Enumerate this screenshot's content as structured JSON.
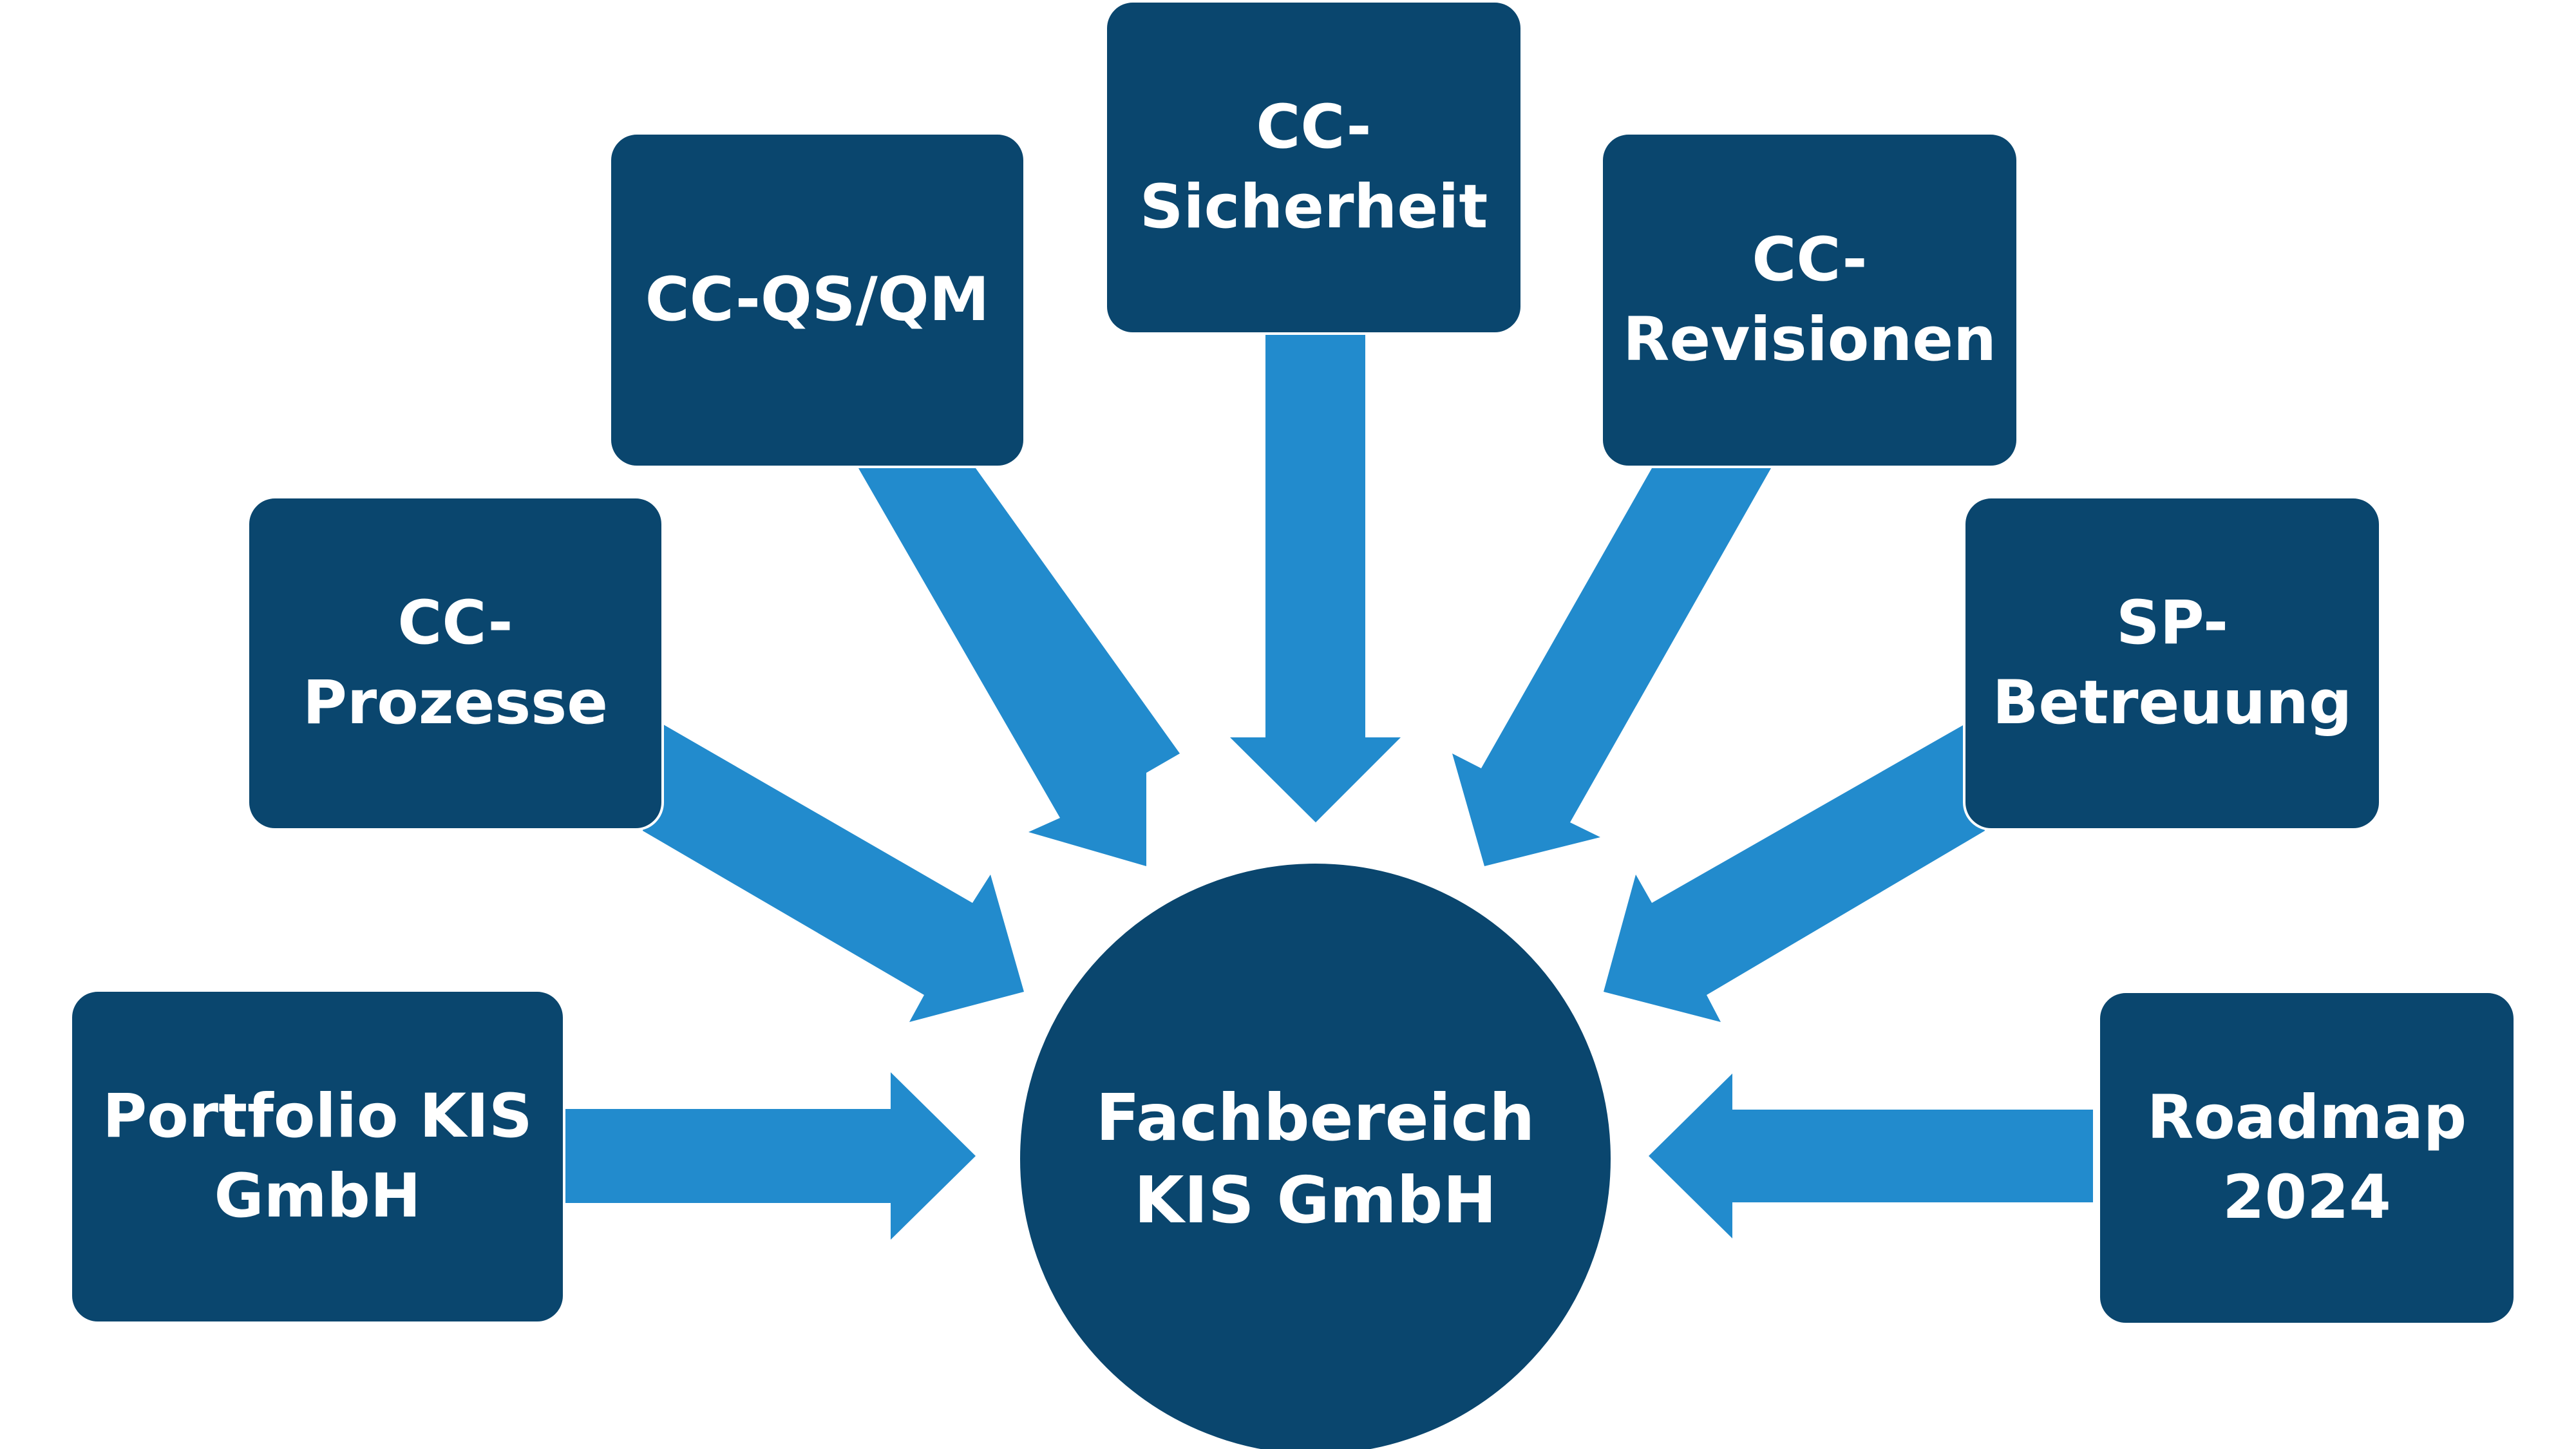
{
  "colors": {
    "node_fill": "#0a466e",
    "arrow_fill": "#228bcd",
    "text": "#ffffff"
  },
  "center": {
    "label": "Fachbereich\nKIS GmbH"
  },
  "nodes": {
    "portfolio": {
      "label": "Portfolio KIS\nGmbH"
    },
    "prozesse": {
      "label": "CC-\nProzesse"
    },
    "qsqm": {
      "label": "CC-QS/QM"
    },
    "sicherheit": {
      "label": "CC-\nSicherheit"
    },
    "revisionen": {
      "label": "CC-\nRevisionen"
    },
    "betreuung": {
      "label": "SP-\nBetreuung"
    },
    "roadmap": {
      "label": "Roadmap\n2024"
    }
  }
}
